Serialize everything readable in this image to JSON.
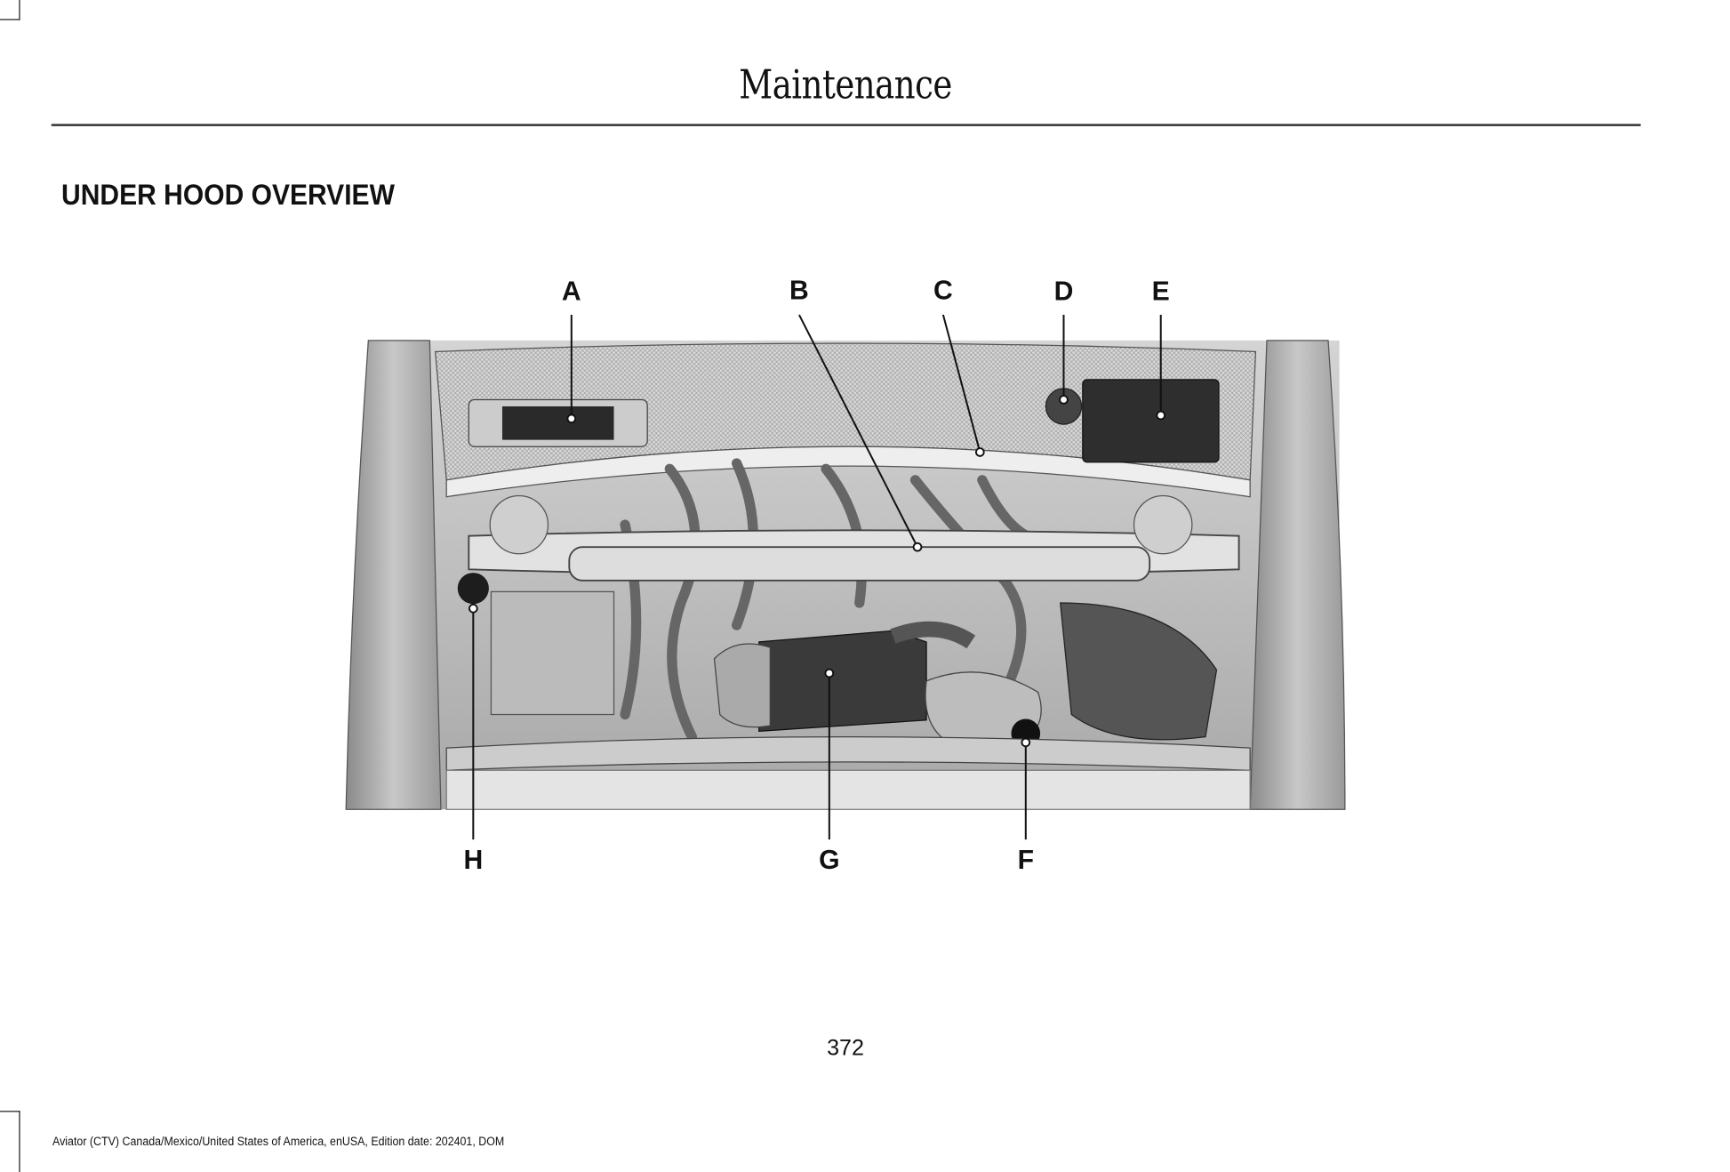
{
  "header": {
    "title": "Maintenance"
  },
  "section": {
    "heading": "UNDER HOOD OVERVIEW"
  },
  "figure": {
    "callouts": [
      "A",
      "B",
      "C",
      "D",
      "E",
      "F",
      "G",
      "H"
    ]
  },
  "page_number": "372",
  "footer": {
    "text": "Aviator (CTV) Canada/Mexico/United States of America, enUSA, Edition date: 202401, DOM"
  }
}
